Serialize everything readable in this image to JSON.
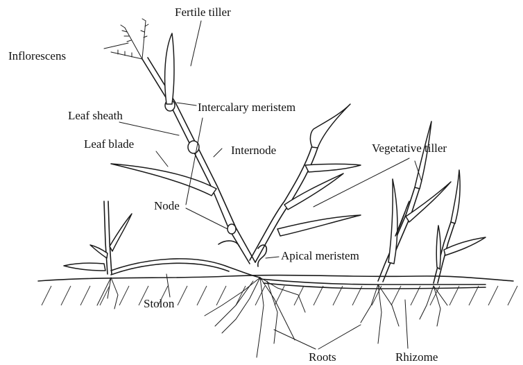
{
  "labels": {
    "fertile_tiller": "Fertile tiller",
    "inflorescens": "Inflorescens",
    "leaf_sheath": "Leaf sheath",
    "intercalary_meristem": "Intercalary meristem",
    "leaf_blade": "Leaf blade",
    "internode": "Internode",
    "vegetative_tiller": "Vegetative tiller",
    "node": "Node",
    "apical_meristem": "Apical meristem",
    "stolon": "Stolon",
    "roots": "Roots",
    "rhizome": "Rhizome"
  }
}
